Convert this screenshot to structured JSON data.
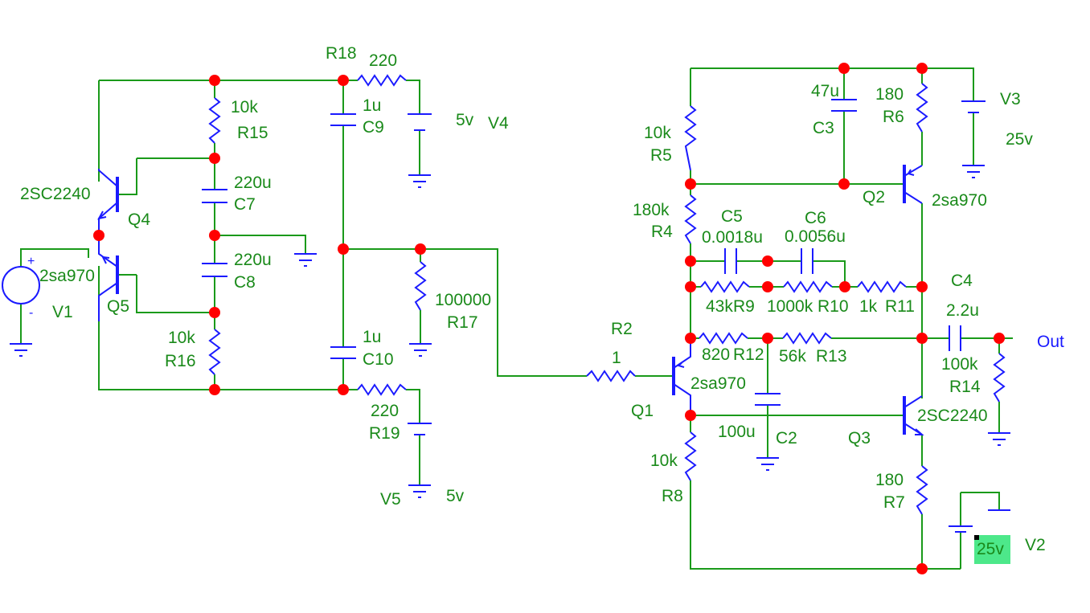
{
  "components": {
    "R18": {
      "ref": "R18",
      "value": "220"
    },
    "C9": {
      "ref": "C9",
      "value": "1u"
    },
    "V4": {
      "ref": "V4",
      "value": "5v"
    },
    "R15": {
      "ref": "R15",
      "value": "10k"
    },
    "C7": {
      "ref": "C7",
      "value": "220u"
    },
    "C8": {
      "ref": "C8",
      "value": "220u"
    },
    "Q4": {
      "ref": "Q4",
      "model": "2SC2240"
    },
    "Q5": {
      "ref": "Q5",
      "model": "2sa970"
    },
    "V1": {
      "ref": "V1",
      "plus": "+",
      "minus": "-"
    },
    "R16": {
      "ref": "R16",
      "value": "10k"
    },
    "R17": {
      "ref": "R17",
      "value": "100000"
    },
    "C10": {
      "ref": "C10",
      "value": "1u"
    },
    "R19": {
      "ref": "R19",
      "value": "220"
    },
    "V5": {
      "ref": "V5",
      "value": "5v"
    },
    "R5": {
      "ref": "R5",
      "value": "10k"
    },
    "C3": {
      "ref": "C3",
      "value": "47u"
    },
    "R6": {
      "ref": "R6",
      "value": "180"
    },
    "V3": {
      "ref": "V3",
      "value": "25v"
    },
    "Q2": {
      "ref": "Q2",
      "model": "2sa970"
    },
    "R4": {
      "ref": "R4",
      "value": "180k"
    },
    "C5": {
      "ref": "C5",
      "value": "0.0018u"
    },
    "C6": {
      "ref": "C6",
      "value": "0.0056u"
    },
    "R9": {
      "ref": "R9",
      "value": "43k"
    },
    "R10": {
      "ref": "R10",
      "value": "1000k"
    },
    "R11": {
      "ref": "R11",
      "value": "1k"
    },
    "C4": {
      "ref": "C4",
      "value": "2.2u"
    },
    "R2": {
      "ref": "R2",
      "value": "1"
    },
    "Q1": {
      "ref": "Q1",
      "model": "2sa970"
    },
    "R12": {
      "ref": "R12",
      "value": "820"
    },
    "R13": {
      "ref": "R13",
      "value": "56k"
    },
    "R14": {
      "ref": "R14",
      "value": "100k"
    },
    "C2": {
      "ref": "C2",
      "value": "100u"
    },
    "Q3": {
      "ref": "Q3",
      "model": "2SC2240"
    },
    "R8": {
      "ref": "R8",
      "value": "10k"
    },
    "R7": {
      "ref": "R7",
      "value": "180"
    },
    "V2": {
      "ref": "V2",
      "value": "25v"
    }
  },
  "labels": {
    "out": "Out"
  },
  "colors": {
    "wire": "#1a9a1a",
    "part": "#1a1aff",
    "node": "#ff0000",
    "selection": "#4de88a"
  }
}
